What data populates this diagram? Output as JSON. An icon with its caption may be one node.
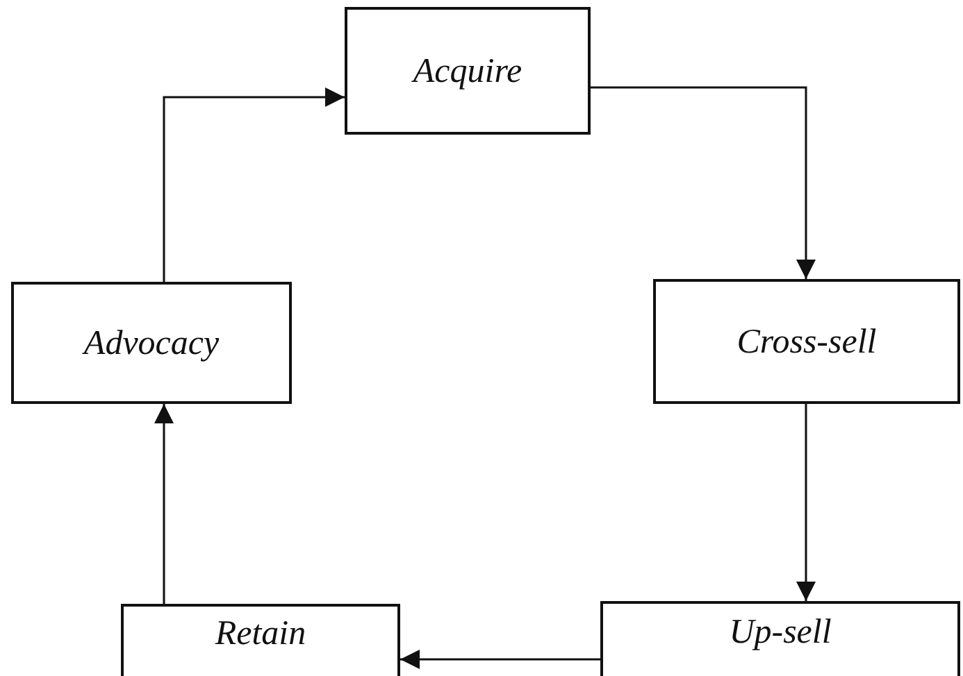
{
  "diagram": {
    "nodes": [
      {
        "text": [
          "Acquire"
        ]
      },
      {
        "text": [
          "Cross-sell"
        ]
      },
      {
        "text": [
          "Up-sell"
        ]
      },
      {
        "text": [
          "Retain"
        ]
      },
      {
        "text": [
          "Advocacy"
        ]
      }
    ],
    "edges": [
      {
        "from": 0,
        "to": 1,
        "arrow": "to"
      },
      {
        "from": 1,
        "to": 2,
        "arrow": "to"
      },
      {
        "from": 2,
        "to": 3,
        "arrow": "to"
      },
      {
        "from": 3,
        "to": 4,
        "arrow": "to"
      },
      {
        "from": 4,
        "to": 0,
        "arrow": "to"
      }
    ]
  }
}
